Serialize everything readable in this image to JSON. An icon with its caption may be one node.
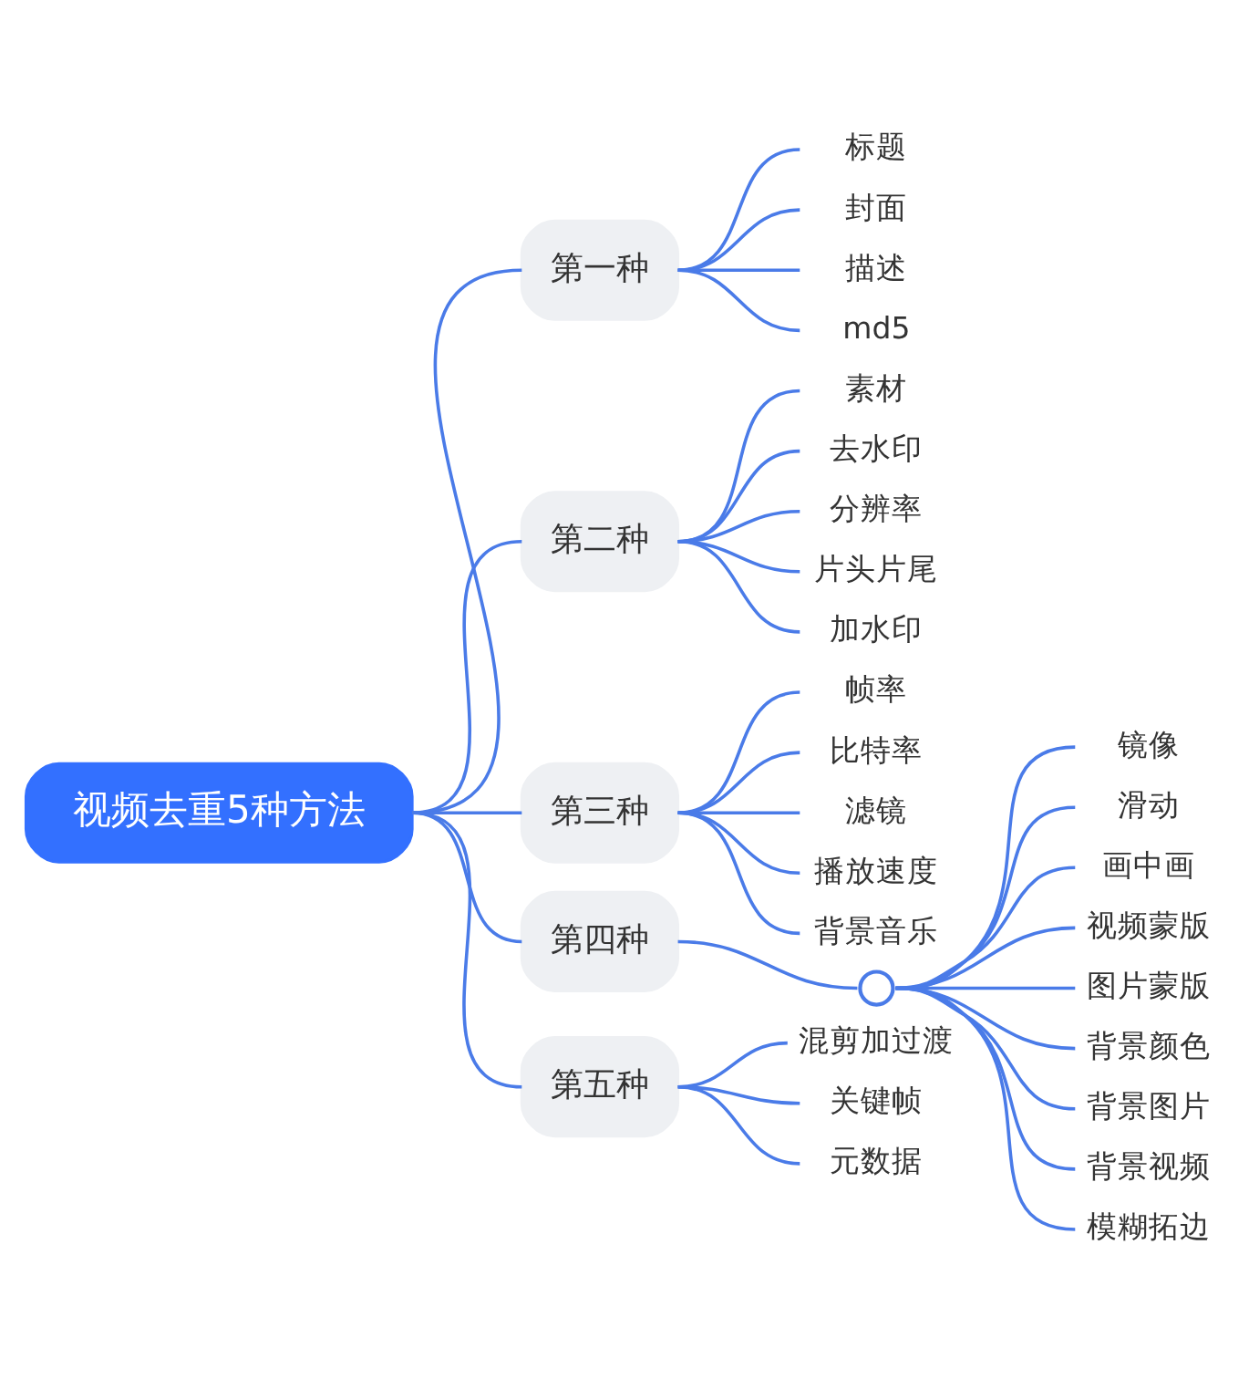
{
  "diagram": {
    "nodes": [
      {
        "text": [
          "视频去重5种方法"
        ]
      },
      {
        "text": [
          "第一种"
        ]
      },
      {
        "text": [
          "标题"
        ]
      },
      {
        "text": [
          "封面"
        ]
      },
      {
        "text": [
          "描述"
        ]
      },
      {
        "text": [
          "md5"
        ]
      },
      {
        "text": [
          "第二种"
        ]
      },
      {
        "text": [
          "素材"
        ]
      },
      {
        "text": [
          "去水印"
        ]
      },
      {
        "text": [
          "分辨率"
        ]
      },
      {
        "text": [
          "片头片尾"
        ]
      },
      {
        "text": [
          "加水印"
        ]
      },
      {
        "text": [
          "第三种"
        ]
      },
      {
        "text": [
          "帧率"
        ]
      },
      {
        "text": [
          "比特率"
        ]
      },
      {
        "text": [
          "滤镜"
        ]
      },
      {
        "text": [
          "播放速度"
        ]
      },
      {
        "text": [
          "背景音乐"
        ]
      },
      {
        "text": [
          "第四种"
        ]
      },
      {
        "text": [],
        "shape": "circle"
      },
      {
        "text": [
          "镜像"
        ]
      },
      {
        "text": [
          "滑动"
        ]
      },
      {
        "text": [
          "画中画"
        ]
      },
      {
        "text": [
          "视频蒙版"
        ]
      },
      {
        "text": [
          "图片蒙版"
        ]
      },
      {
        "text": [
          "背景颜色"
        ]
      },
      {
        "text": [
          "背景图片"
        ]
      },
      {
        "text": [
          "背景视频"
        ]
      },
      {
        "text": [
          "模糊拓边"
        ]
      },
      {
        "text": [
          "第五种"
        ]
      },
      {
        "text": [
          "混剪加过渡"
        ]
      },
      {
        "text": [
          "关键帧"
        ]
      },
      {
        "text": [
          "元数据"
        ]
      }
    ],
    "edges": [
      {
        "from": 0,
        "to": 1,
        "arrow": "none"
      },
      {
        "from": 1,
        "to": 2,
        "arrow": "none"
      },
      {
        "from": 1,
        "to": 3,
        "arrow": "none"
      },
      {
        "from": 1,
        "to": 4,
        "arrow": "none"
      },
      {
        "from": 1,
        "to": 5,
        "arrow": "none"
      },
      {
        "from": 0,
        "to": 6,
        "arrow": "none"
      },
      {
        "from": 6,
        "to": 7,
        "arrow": "none"
      },
      {
        "from": 6,
        "to": 8,
        "arrow": "none"
      },
      {
        "from": 6,
        "to": 9,
        "arrow": "none"
      },
      {
        "from": 6,
        "to": 10,
        "arrow": "none"
      },
      {
        "from": 6,
        "to": 11,
        "arrow": "none"
      },
      {
        "from": 0,
        "to": 12,
        "arrow": "none"
      },
      {
        "from": 12,
        "to": 13,
        "arrow": "none"
      },
      {
        "from": 12,
        "to": 14,
        "arrow": "none"
      },
      {
        "from": 12,
        "to": 15,
        "arrow": "none"
      },
      {
        "from": 12,
        "to": 16,
        "arrow": "none"
      },
      {
        "from": 12,
        "to": 17,
        "arrow": "none"
      },
      {
        "from": 0,
        "to": 18,
        "arrow": "none"
      },
      {
        "from": 18,
        "to": 19,
        "arrow": "none"
      },
      {
        "from": 19,
        "to": 20,
        "arrow": "none"
      },
      {
        "from": 19,
        "to": 21,
        "arrow": "none"
      },
      {
        "from": 19,
        "to": 22,
        "arrow": "none"
      },
      {
        "from": 19,
        "to": 23,
        "arrow": "none"
      },
      {
        "from": 19,
        "to": 24,
        "arrow": "none"
      },
      {
        "from": 19,
        "to": 25,
        "arrow": "none"
      },
      {
        "from": 19,
        "to": 26,
        "arrow": "none"
      },
      {
        "from": 19,
        "to": 27,
        "arrow": "none"
      },
      {
        "from": 19,
        "to": 28,
        "arrow": "none"
      },
      {
        "from": 0,
        "to": 29,
        "arrow": "none"
      },
      {
        "from": 29,
        "to": 30,
        "arrow": "none"
      },
      {
        "from": 29,
        "to": 31,
        "arrow": "none"
      },
      {
        "from": 29,
        "to": 32,
        "arrow": "none"
      }
    ]
  }
}
